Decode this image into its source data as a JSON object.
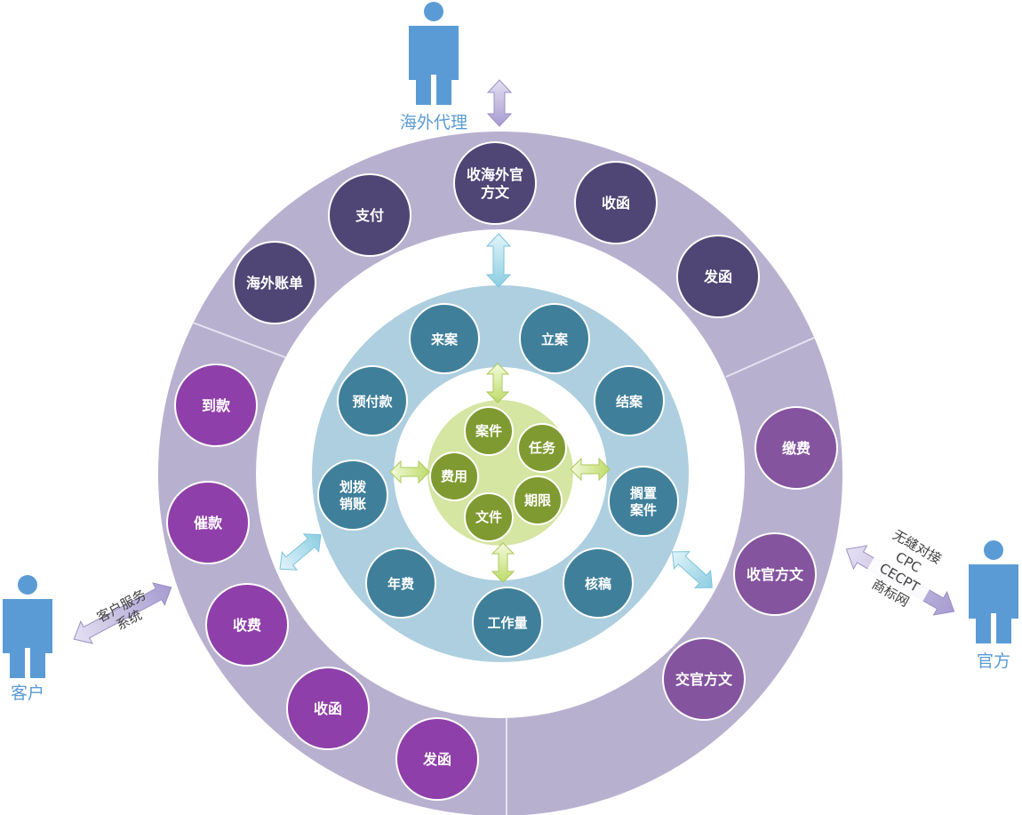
{
  "colors": {
    "outer_ring": "#b8b0cf",
    "white_ring": "#ffffff",
    "middle_ring": "#aecfdf",
    "inner_white": "#ffffff",
    "core": "#d5e5a2",
    "agent_node": "#4f4675",
    "client_node": "#8f3fa9",
    "office_node": "#84549f",
    "middle_node": "#3f7f9a",
    "core_node": "#7f9a30",
    "actor": "#5b9bd5",
    "arrow_outer": "#c9c2e4",
    "arrow_middle": "#b7e0ee",
    "arrow_inner": "#d8ec9a"
  },
  "actors": {
    "agent": "海外代理",
    "client": "客户",
    "office": "官方"
  },
  "connectors": {
    "client": [
      "客户服务",
      "系统"
    ],
    "office": [
      "无缝对接",
      "CPC",
      "CECPT",
      "商标网"
    ]
  },
  "outer_nodes": {
    "agent": [
      "收海外官方文",
      "支付",
      "收函",
      "海外账单",
      "发函"
    ],
    "client": [
      "到款",
      "催款",
      "收费",
      "收函",
      "发函"
    ],
    "office": [
      "缴费",
      "收官方文",
      "交官方文"
    ]
  },
  "middle_nodes": [
    "来案",
    "立案",
    "预付款",
    "结案",
    "划拨销账",
    "搁置案件",
    "年费",
    "核稿",
    "工作量"
  ],
  "core_nodes": [
    "案件",
    "任务",
    "费用",
    "期限",
    "文件"
  ]
}
